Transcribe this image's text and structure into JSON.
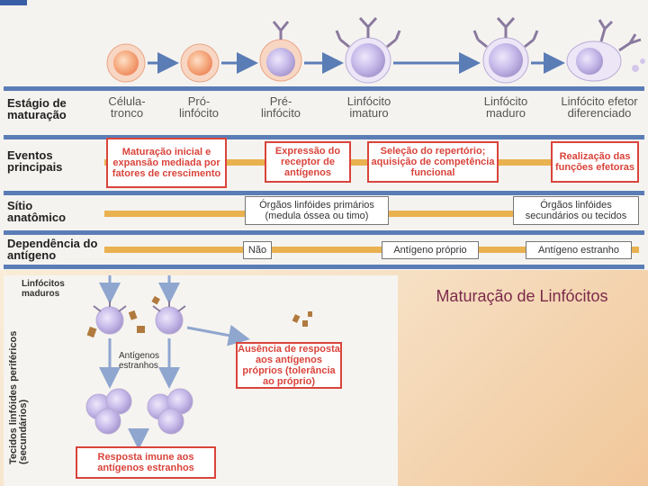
{
  "row_labels": {
    "stage": "Estágio de maturação",
    "events": "Eventos principais",
    "site": "Sítio anatômico",
    "antigen": "Dependência do antígeno"
  },
  "stages": [
    "Célula-tronco",
    "Pró-linfócito",
    "Pré-linfócito",
    "Linfócito imaturo",
    "Linfócito maduro",
    "Linfócito efetor diferenciado"
  ],
  "events": [
    "Maturação inicial e expansão mediada por fatores de crescimento",
    "Expressão do receptor de antígenos",
    "Seleção do repertório; aquisição de competência funcional",
    "Realização das funções efetoras"
  ],
  "sites": [
    "Órgãos linfóides primários (medula óssea ou timo)",
    "Órgãos linfóides secundários ou tecidos"
  ],
  "antigen": [
    "Não",
    "Antígeno próprio",
    "Antígeno estranho"
  ],
  "bottom": {
    "side_label": "Tecidos linfóides periféricos (secundários)",
    "mature": "Linfócitos maduros",
    "foreign": "Antígenos estranhos",
    "no_response": "Ausência de resposta aos antígenos próprios (tolerância ao próprio)",
    "immune": "Resposta imune aos antígenos estranhos"
  },
  "title": "Maturação de Linfócitos",
  "colors": {
    "red": "#d9443b",
    "orange": "#e9b14f",
    "blue": "#5b7db6",
    "purple": "#a99ad1"
  }
}
